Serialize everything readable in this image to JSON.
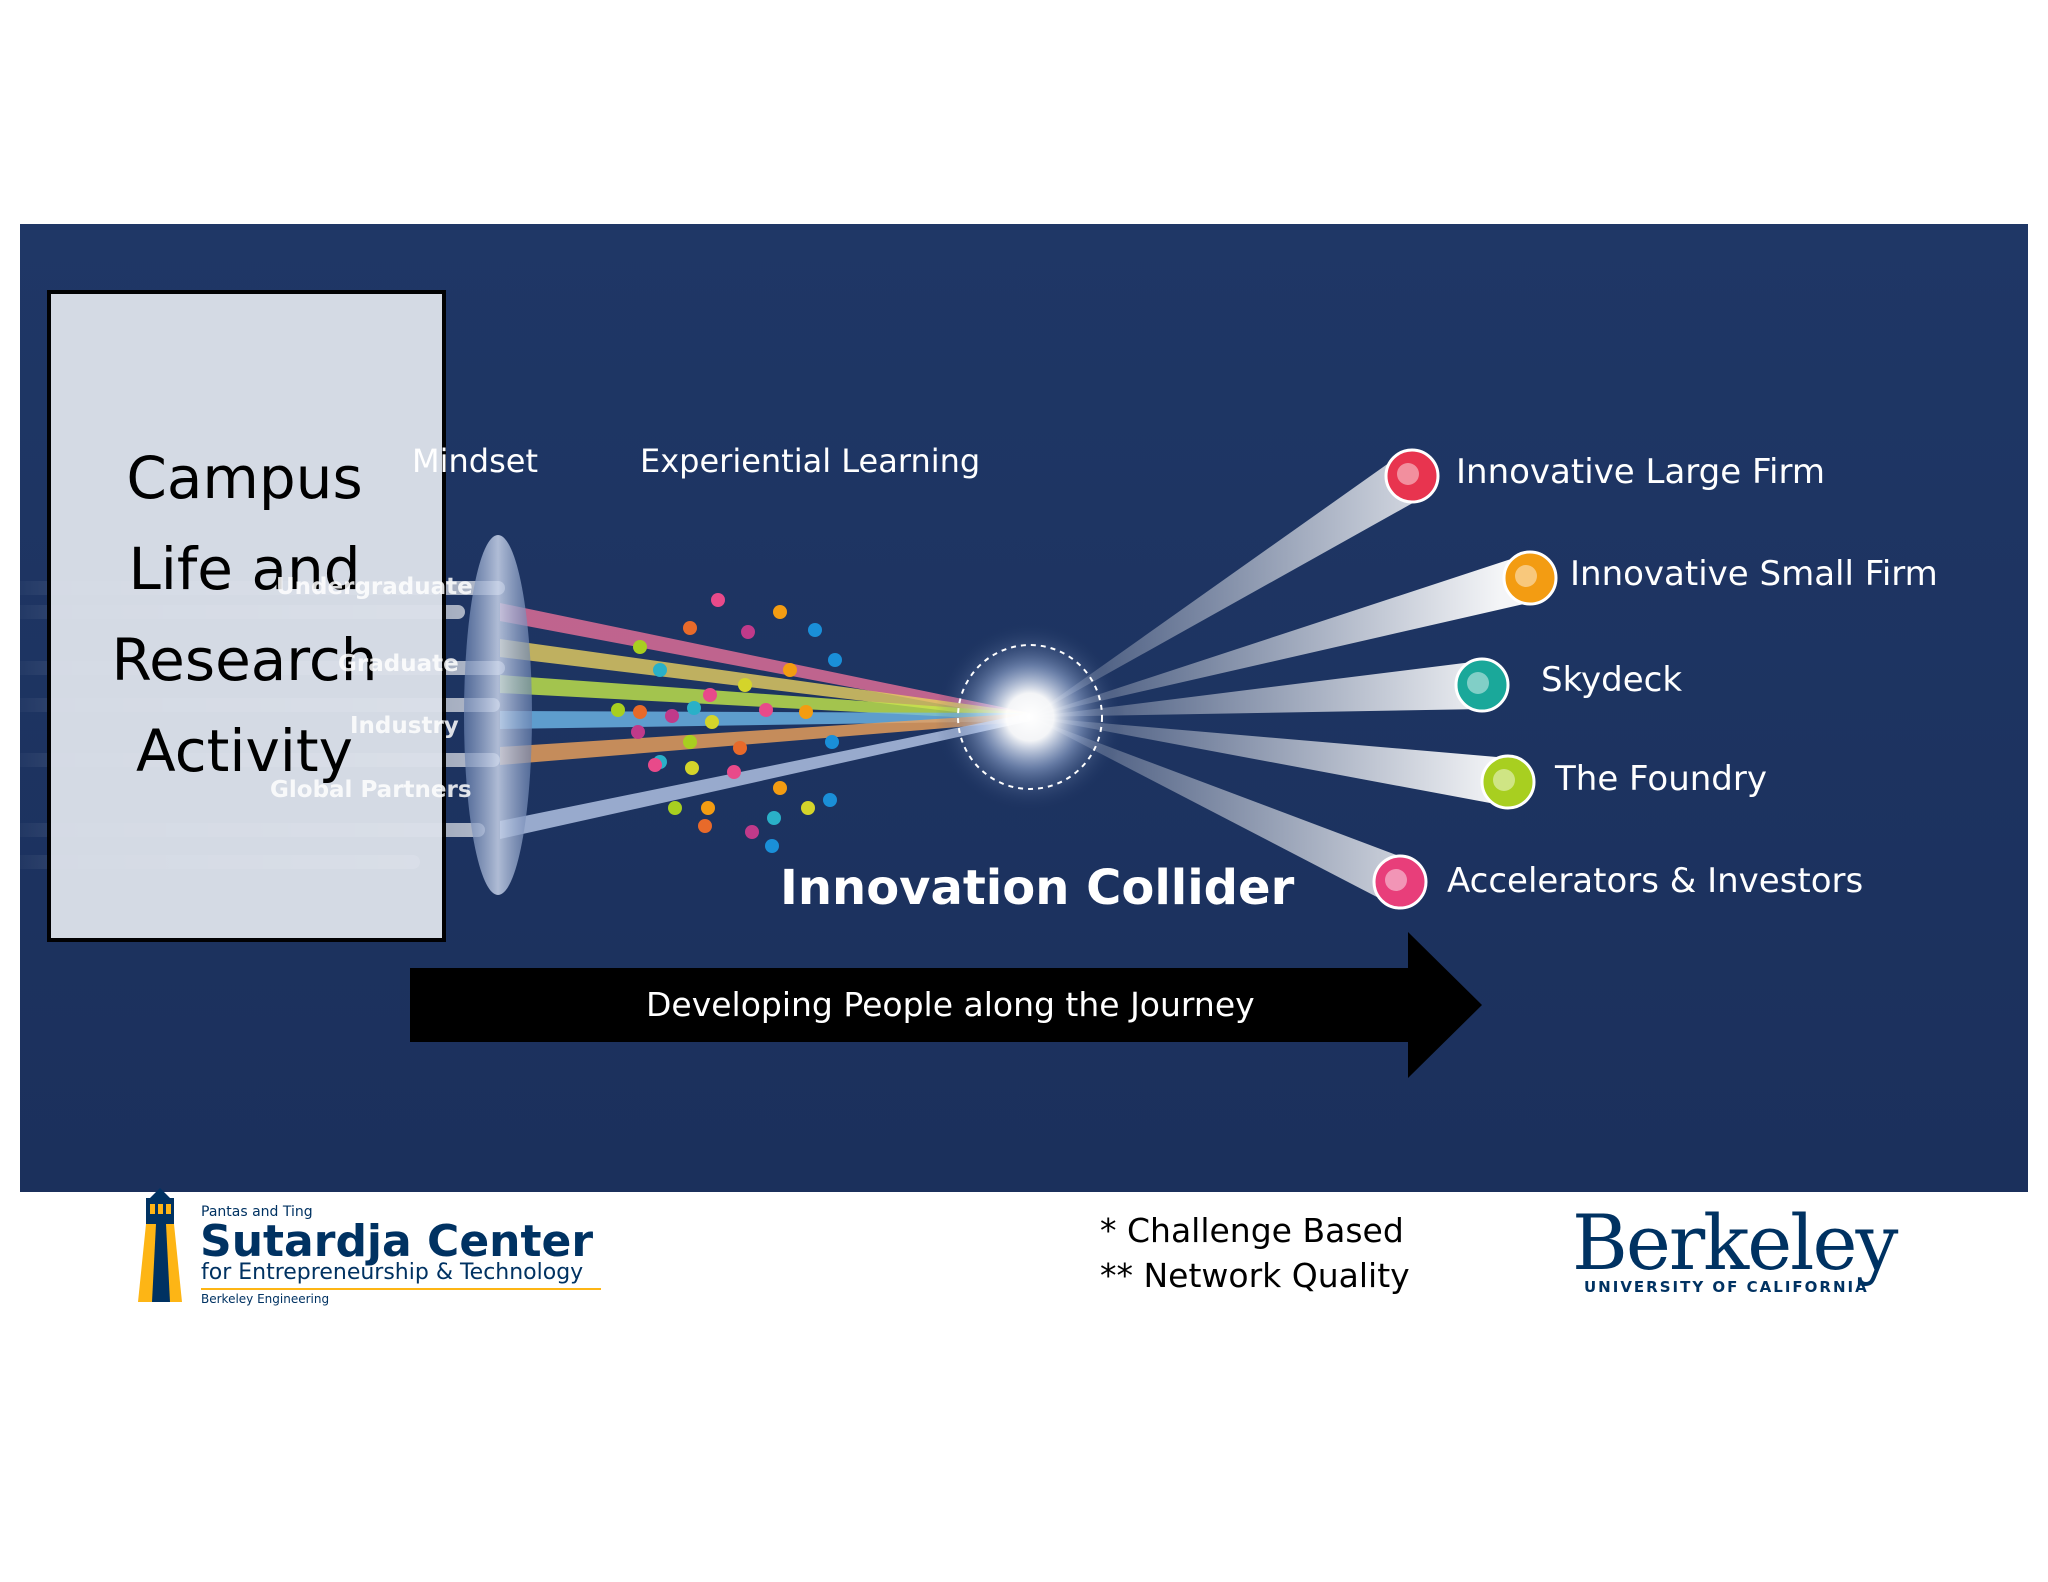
{
  "colors": {
    "panel": "#1d3461",
    "arrow": "#000000",
    "card": "#dce1ea",
    "berkeley_navy": "#003262",
    "california_gold": "#FDB515"
  },
  "card": {
    "lines": [
      "Campus",
      "Life and",
      "Research",
      "Activity"
    ]
  },
  "stage_labels": {
    "mindset": "Mindset",
    "experiential": "Experiential Learning"
  },
  "input_labels": [
    "Undergraduate",
    "Graduate",
    "Industry",
    "Global Partners"
  ],
  "collider": {
    "title": "Innovation Collider"
  },
  "destinations": [
    {
      "label": "Innovative Large Firm",
      "color": "#e8344f"
    },
    {
      "label": "Innovative Small Firm",
      "color": "#f39c12"
    },
    {
      "label": "Skydeck",
      "color": "#1aa89a"
    },
    {
      "label": "The Foundry",
      "color": "#a8cf20"
    },
    {
      "label": "Accelerators & Investors",
      "color": "#e83e7a"
    }
  ],
  "journey": {
    "label": "Developing People along the Journey"
  },
  "footnotes": {
    "line1": "* Challenge Based",
    "line2": "** Network Quality"
  },
  "logo_scet": {
    "prefix": "Pantas and Ting",
    "name": "Sutardja Center",
    "tagline": "for Entrepreneurship & Technology",
    "sub": "Berkeley Engineering"
  },
  "logo_berkeley": {
    "name": "Berkeley",
    "sub": "UNIVERSITY OF CALIFORNIA"
  }
}
